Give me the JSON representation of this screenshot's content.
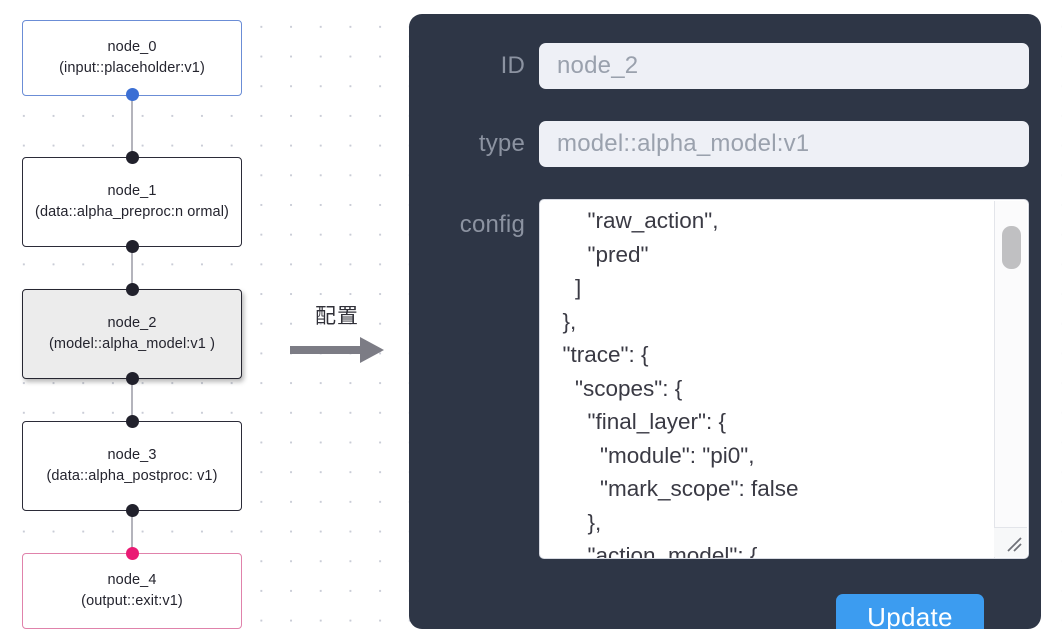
{
  "graph": {
    "nodes": [
      {
        "id": "node_0",
        "title": "node_0",
        "subtitle": "(input::placeholder:v1)",
        "kind": "input",
        "selected": false
      },
      {
        "id": "node_1",
        "title": "node_1",
        "subtitle": "(data::alpha_preproc:n ormal)",
        "kind": "default",
        "selected": false
      },
      {
        "id": "node_2",
        "title": "node_2",
        "subtitle": "(model::alpha_model:v1 )",
        "kind": "model",
        "selected": true
      },
      {
        "id": "node_3",
        "title": "node_3",
        "subtitle": "(data::alpha_postproc: v1)",
        "kind": "default",
        "selected": false
      },
      {
        "id": "node_4",
        "title": "node_4",
        "subtitle": "(output::exit:v1)",
        "kind": "output",
        "selected": false
      }
    ],
    "colors": {
      "input_border": "#6b8dd6",
      "output_border": "#e082ab",
      "default_border": "#2b2b38",
      "selected_fill": "#ececec",
      "edge": "#b4b4bc",
      "port": "#21212c",
      "port_input": "#3b6fd4",
      "port_output": "#ea1a74"
    }
  },
  "arrow": {
    "label": "配置",
    "icon": "arrow-right-icon",
    "color": "#7c7c85"
  },
  "panel": {
    "background": "#2e3646",
    "label_color": "#8c93a1",
    "input_background": "#eef0f6",
    "fields": [
      {
        "label": "ID",
        "value": "node_2"
      },
      {
        "label": "type",
        "value": "model::alpha_model:v1"
      }
    ],
    "config": {
      "label": "config",
      "value": "      \"raw_action\",\n      \"pred\"\n    ]\n  },\n  \"trace\": {\n    \"scopes\": {\n      \"final_layer\": {\n        \"module\": \"pi0\",\n        \"mark_scope\": false\n      },\n      \"action_model\": {"
    },
    "update_button": {
      "label": "Update",
      "color": "#3c9cf0"
    },
    "scrollbar": {
      "name": "config-scrollbar",
      "thumb_position": "near-top"
    }
  }
}
